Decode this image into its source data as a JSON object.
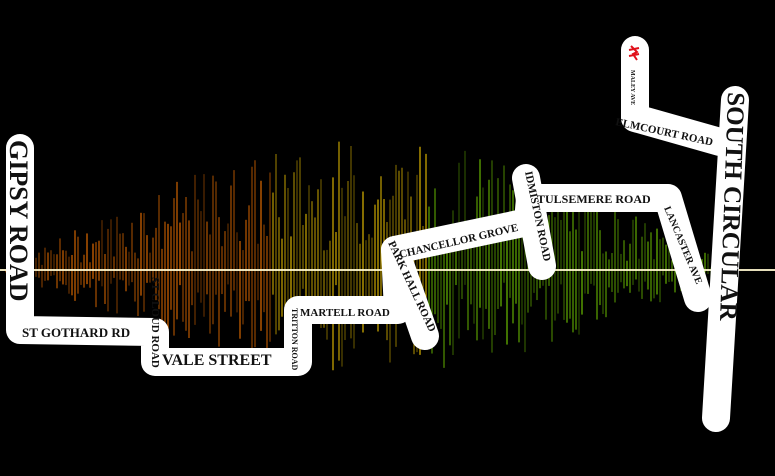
{
  "roads": {
    "gipsy_road": "GIPSY ROAD",
    "st_gothard_rd": "ST GOTHARD RD",
    "st_cloud_road": "ST CLOUD ROAD",
    "vale_street": "VALE STREET",
    "tritton_road": "TRITTON ROAD",
    "martell_road": "MARTELL ROAD",
    "park_hall_road": "PARK HALL ROAD",
    "chancellor_grove": "CHANCELLOR GROVE",
    "idmiston_road": "IDMISTON ROAD",
    "tulsemere_road": "TULSEMERE ROAD",
    "lancaster_ave": "LANCASTER AVE",
    "south_circular": "SOUTH CIRCULAR",
    "elmcourt_road": "ELMCOURT ROAD",
    "maley_ave": "MALEY AVE"
  },
  "icons": {
    "station": "national-rail-icon"
  },
  "colors": {
    "background": "#000000",
    "road": "#ffffff",
    "rail": "#e0101a",
    "wave_left": "#ff7a00",
    "wave_mid": "#ffd200",
    "wave_right": "#7ad600"
  }
}
